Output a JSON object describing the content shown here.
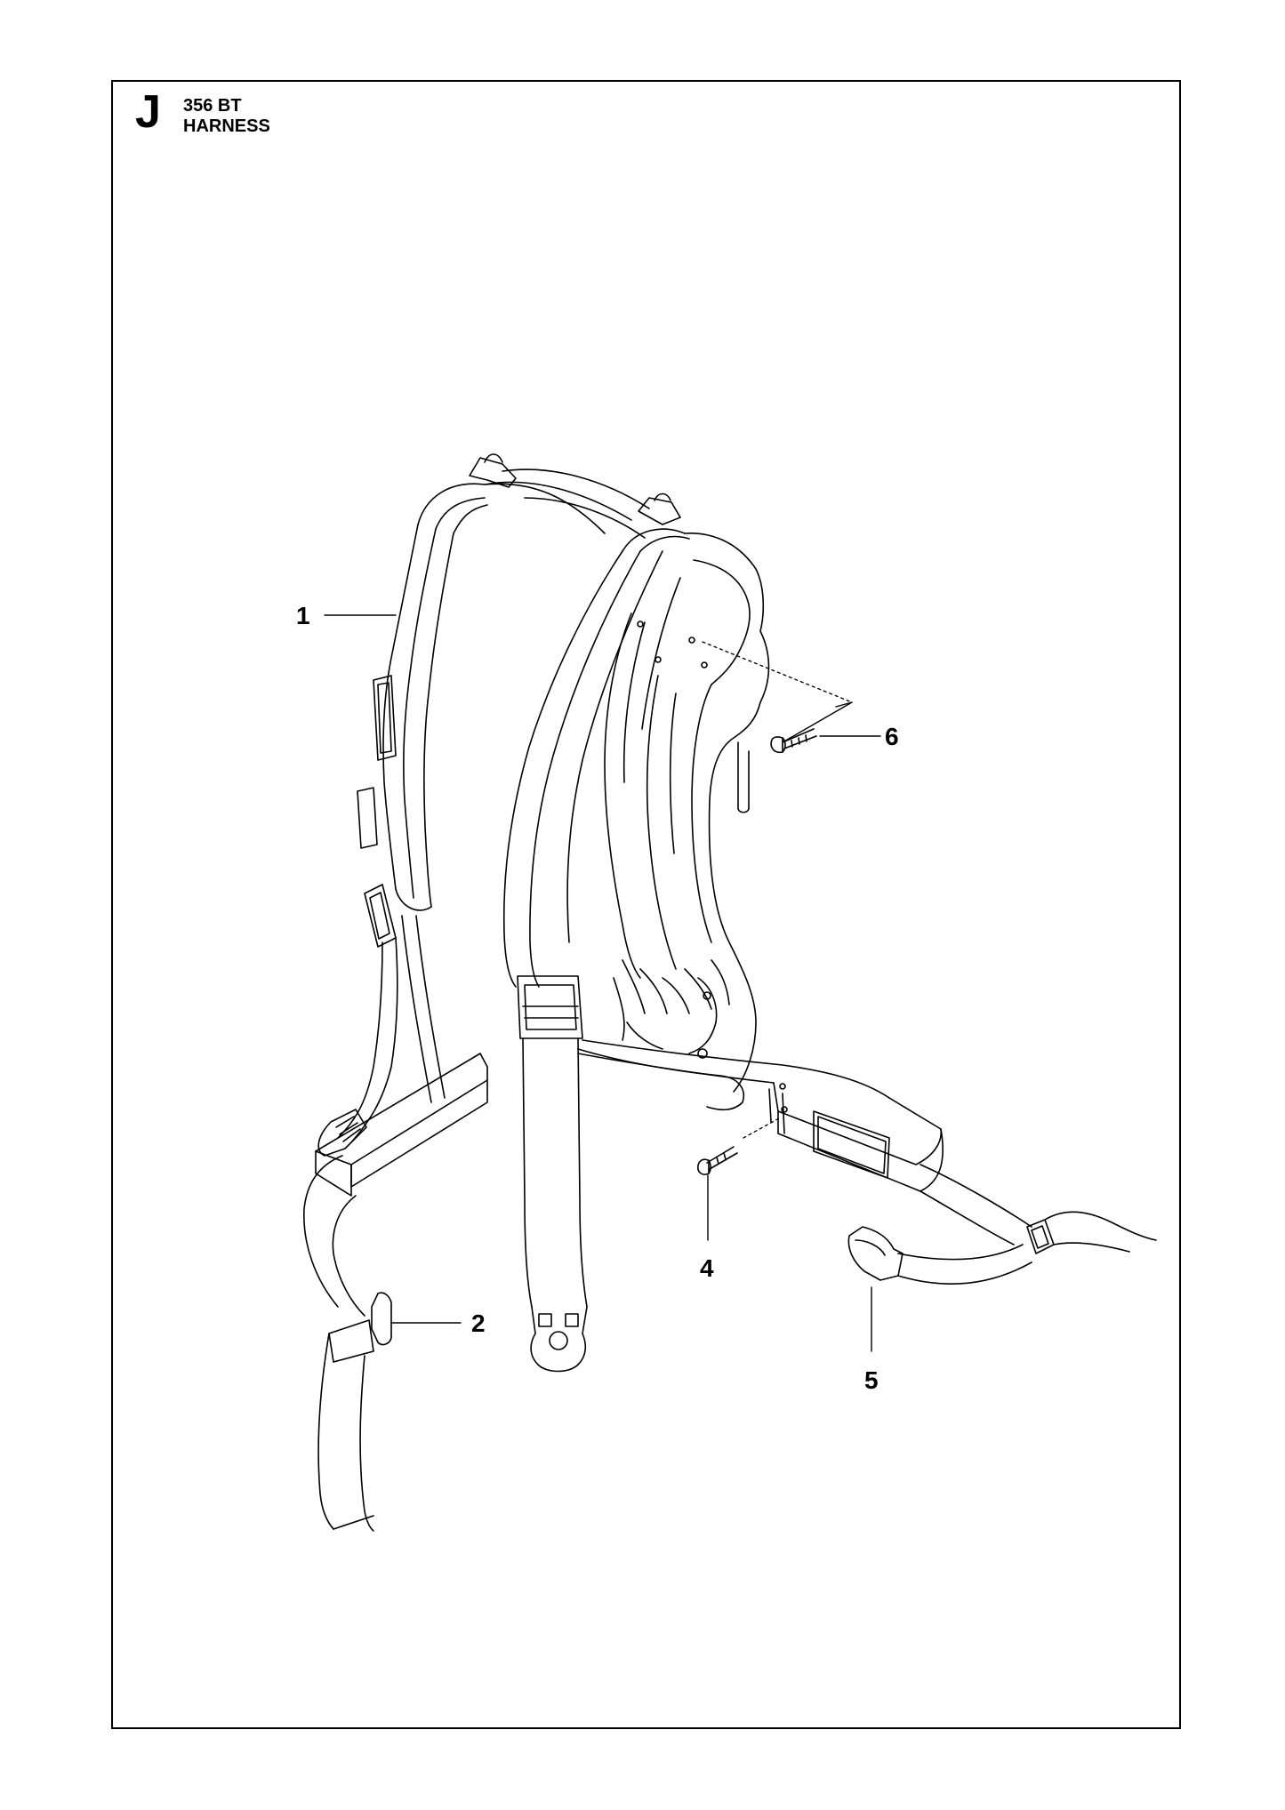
{
  "header": {
    "section_letter": "J",
    "model": "356 BT",
    "title": "HARNESS"
  },
  "callouts": [
    {
      "id": "1",
      "label": "1",
      "part": "harness"
    },
    {
      "id": "2",
      "label": "2",
      "part": "buckle"
    },
    {
      "id": "4",
      "label": "4",
      "part": "screw"
    },
    {
      "id": "5",
      "label": "5",
      "part": "hip-buckle"
    },
    {
      "id": "6",
      "label": "6",
      "part": "screw"
    }
  ],
  "colors": {
    "line": "#000000",
    "background": "#ffffff"
  }
}
